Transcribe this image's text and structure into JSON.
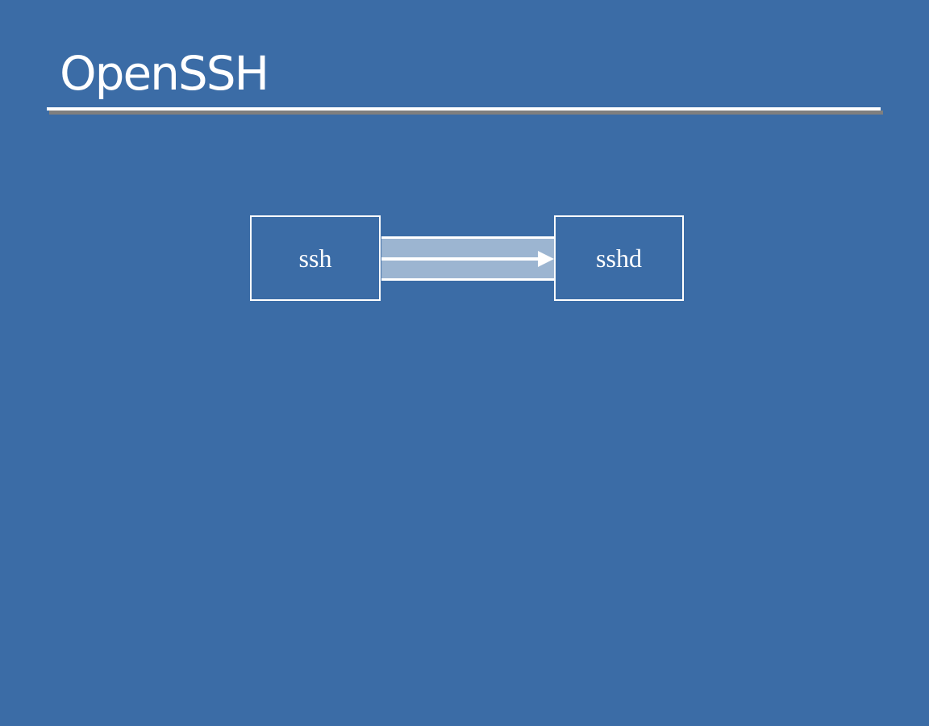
{
  "slide": {
    "title": "OpenSSH",
    "colors": {
      "background": "#3B6CA6",
      "title_text": "#FFFFFF",
      "rule_highlight": "#FFFFFF",
      "rule_shadow": "#7F7F7F",
      "node_border": "#FFFFFF",
      "node_fill": "#3B6CA6",
      "node_text": "#FFFFFF",
      "band_fill": "#9CB5D1",
      "arrow": "#FFFFFF"
    }
  },
  "diagram": {
    "nodes": [
      {
        "id": "ssh",
        "label": "ssh"
      },
      {
        "id": "sshd",
        "label": "sshd"
      }
    ],
    "connector": {
      "from": "ssh",
      "to": "sshd",
      "direction": "right",
      "style": "wide-band-with-arrow"
    }
  }
}
